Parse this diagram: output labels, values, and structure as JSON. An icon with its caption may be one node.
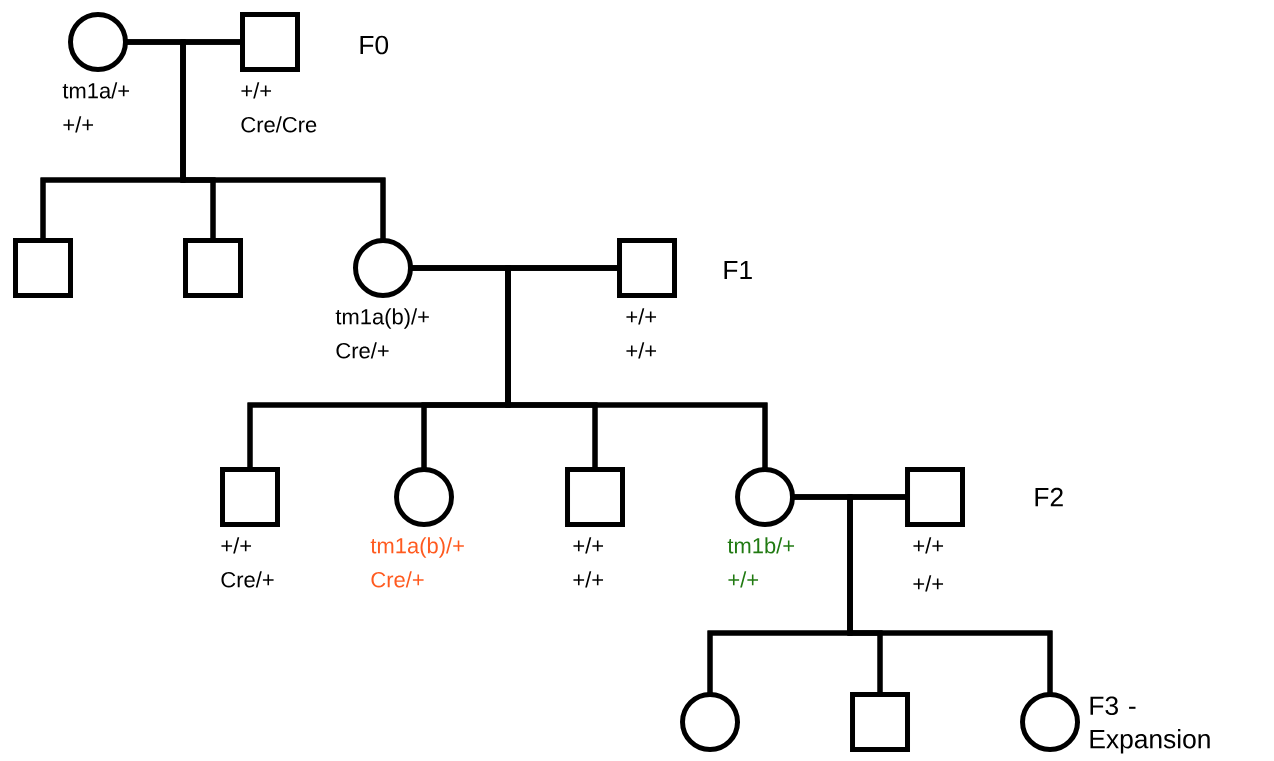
{
  "diagram": {
    "nodes": [
      {
        "text": [],
        "shape": "circle",
        "beside": [
          "tm1a/+",
          "+/+"
        ]
      },
      {
        "text": [],
        "shape": "box",
        "beside": [
          "+/+",
          "Cre/Cre"
        ]
      },
      {
        "text": [],
        "shape": "box"
      },
      {
        "text": [],
        "shape": "box"
      },
      {
        "text": [],
        "shape": "circle",
        "beside": [
          "tm1a(b)/+",
          "Cre/+"
        ]
      },
      {
        "text": [],
        "shape": "box",
        "beside": [
          "+/+",
          "+/+"
        ]
      },
      {
        "text": [],
        "shape": "box",
        "beside": [
          "+/+",
          "Cre/+"
        ]
      },
      {
        "text": [],
        "shape": "circle",
        "beside": [
          "tm1a(b)/+",
          "Cre/+"
        ]
      },
      {
        "text": [],
        "shape": "box",
        "beside": [
          "+/+",
          "+/+"
        ]
      },
      {
        "text": [],
        "shape": "circle",
        "beside": [
          "tm1b/+",
          "+/+"
        ]
      },
      {
        "text": [],
        "shape": "box",
        "beside": [
          "+/+",
          "+/+"
        ]
      },
      {
        "text": [],
        "shape": "circle"
      },
      {
        "text": [],
        "shape": "box"
      },
      {
        "text": [],
        "shape": "circle"
      }
    ],
    "edges": [
      {
        "from": 0,
        "to": 1,
        "arrow": "none"
      },
      {
        "from": 0,
        "to": 2,
        "arrow": "none"
      },
      {
        "from": 1,
        "to": 2,
        "arrow": "none"
      },
      {
        "from": 0,
        "to": 3,
        "arrow": "none"
      },
      {
        "from": 1,
        "to": 3,
        "arrow": "none"
      },
      {
        "from": 0,
        "to": 4,
        "arrow": "none"
      },
      {
        "from": 1,
        "to": 4,
        "arrow": "none"
      },
      {
        "from": 4,
        "to": 5,
        "arrow": "none"
      },
      {
        "from": 4,
        "to": 6,
        "arrow": "none"
      },
      {
        "from": 5,
        "to": 6,
        "arrow": "none"
      },
      {
        "from": 4,
        "to": 7,
        "arrow": "none"
      },
      {
        "from": 5,
        "to": 7,
        "arrow": "none"
      },
      {
        "from": 4,
        "to": 8,
        "arrow": "none"
      },
      {
        "from": 5,
        "to": 8,
        "arrow": "none"
      },
      {
        "from": 4,
        "to": 9,
        "arrow": "none"
      },
      {
        "from": 5,
        "to": 9,
        "arrow": "none"
      },
      {
        "from": 9,
        "to": 10,
        "arrow": "none"
      },
      {
        "from": 9,
        "to": 11,
        "arrow": "none"
      },
      {
        "from": 10,
        "to": 11,
        "arrow": "none"
      },
      {
        "from": 9,
        "to": 12,
        "arrow": "none"
      },
      {
        "from": 10,
        "to": 12,
        "arrow": "none"
      },
      {
        "from": 9,
        "to": 13,
        "arrow": "none"
      },
      {
        "from": 10,
        "to": 13,
        "arrow": "none"
      }
    ],
    "labels": [
      "F0",
      "F1",
      "F2",
      "F3 - Expansion"
    ]
  }
}
